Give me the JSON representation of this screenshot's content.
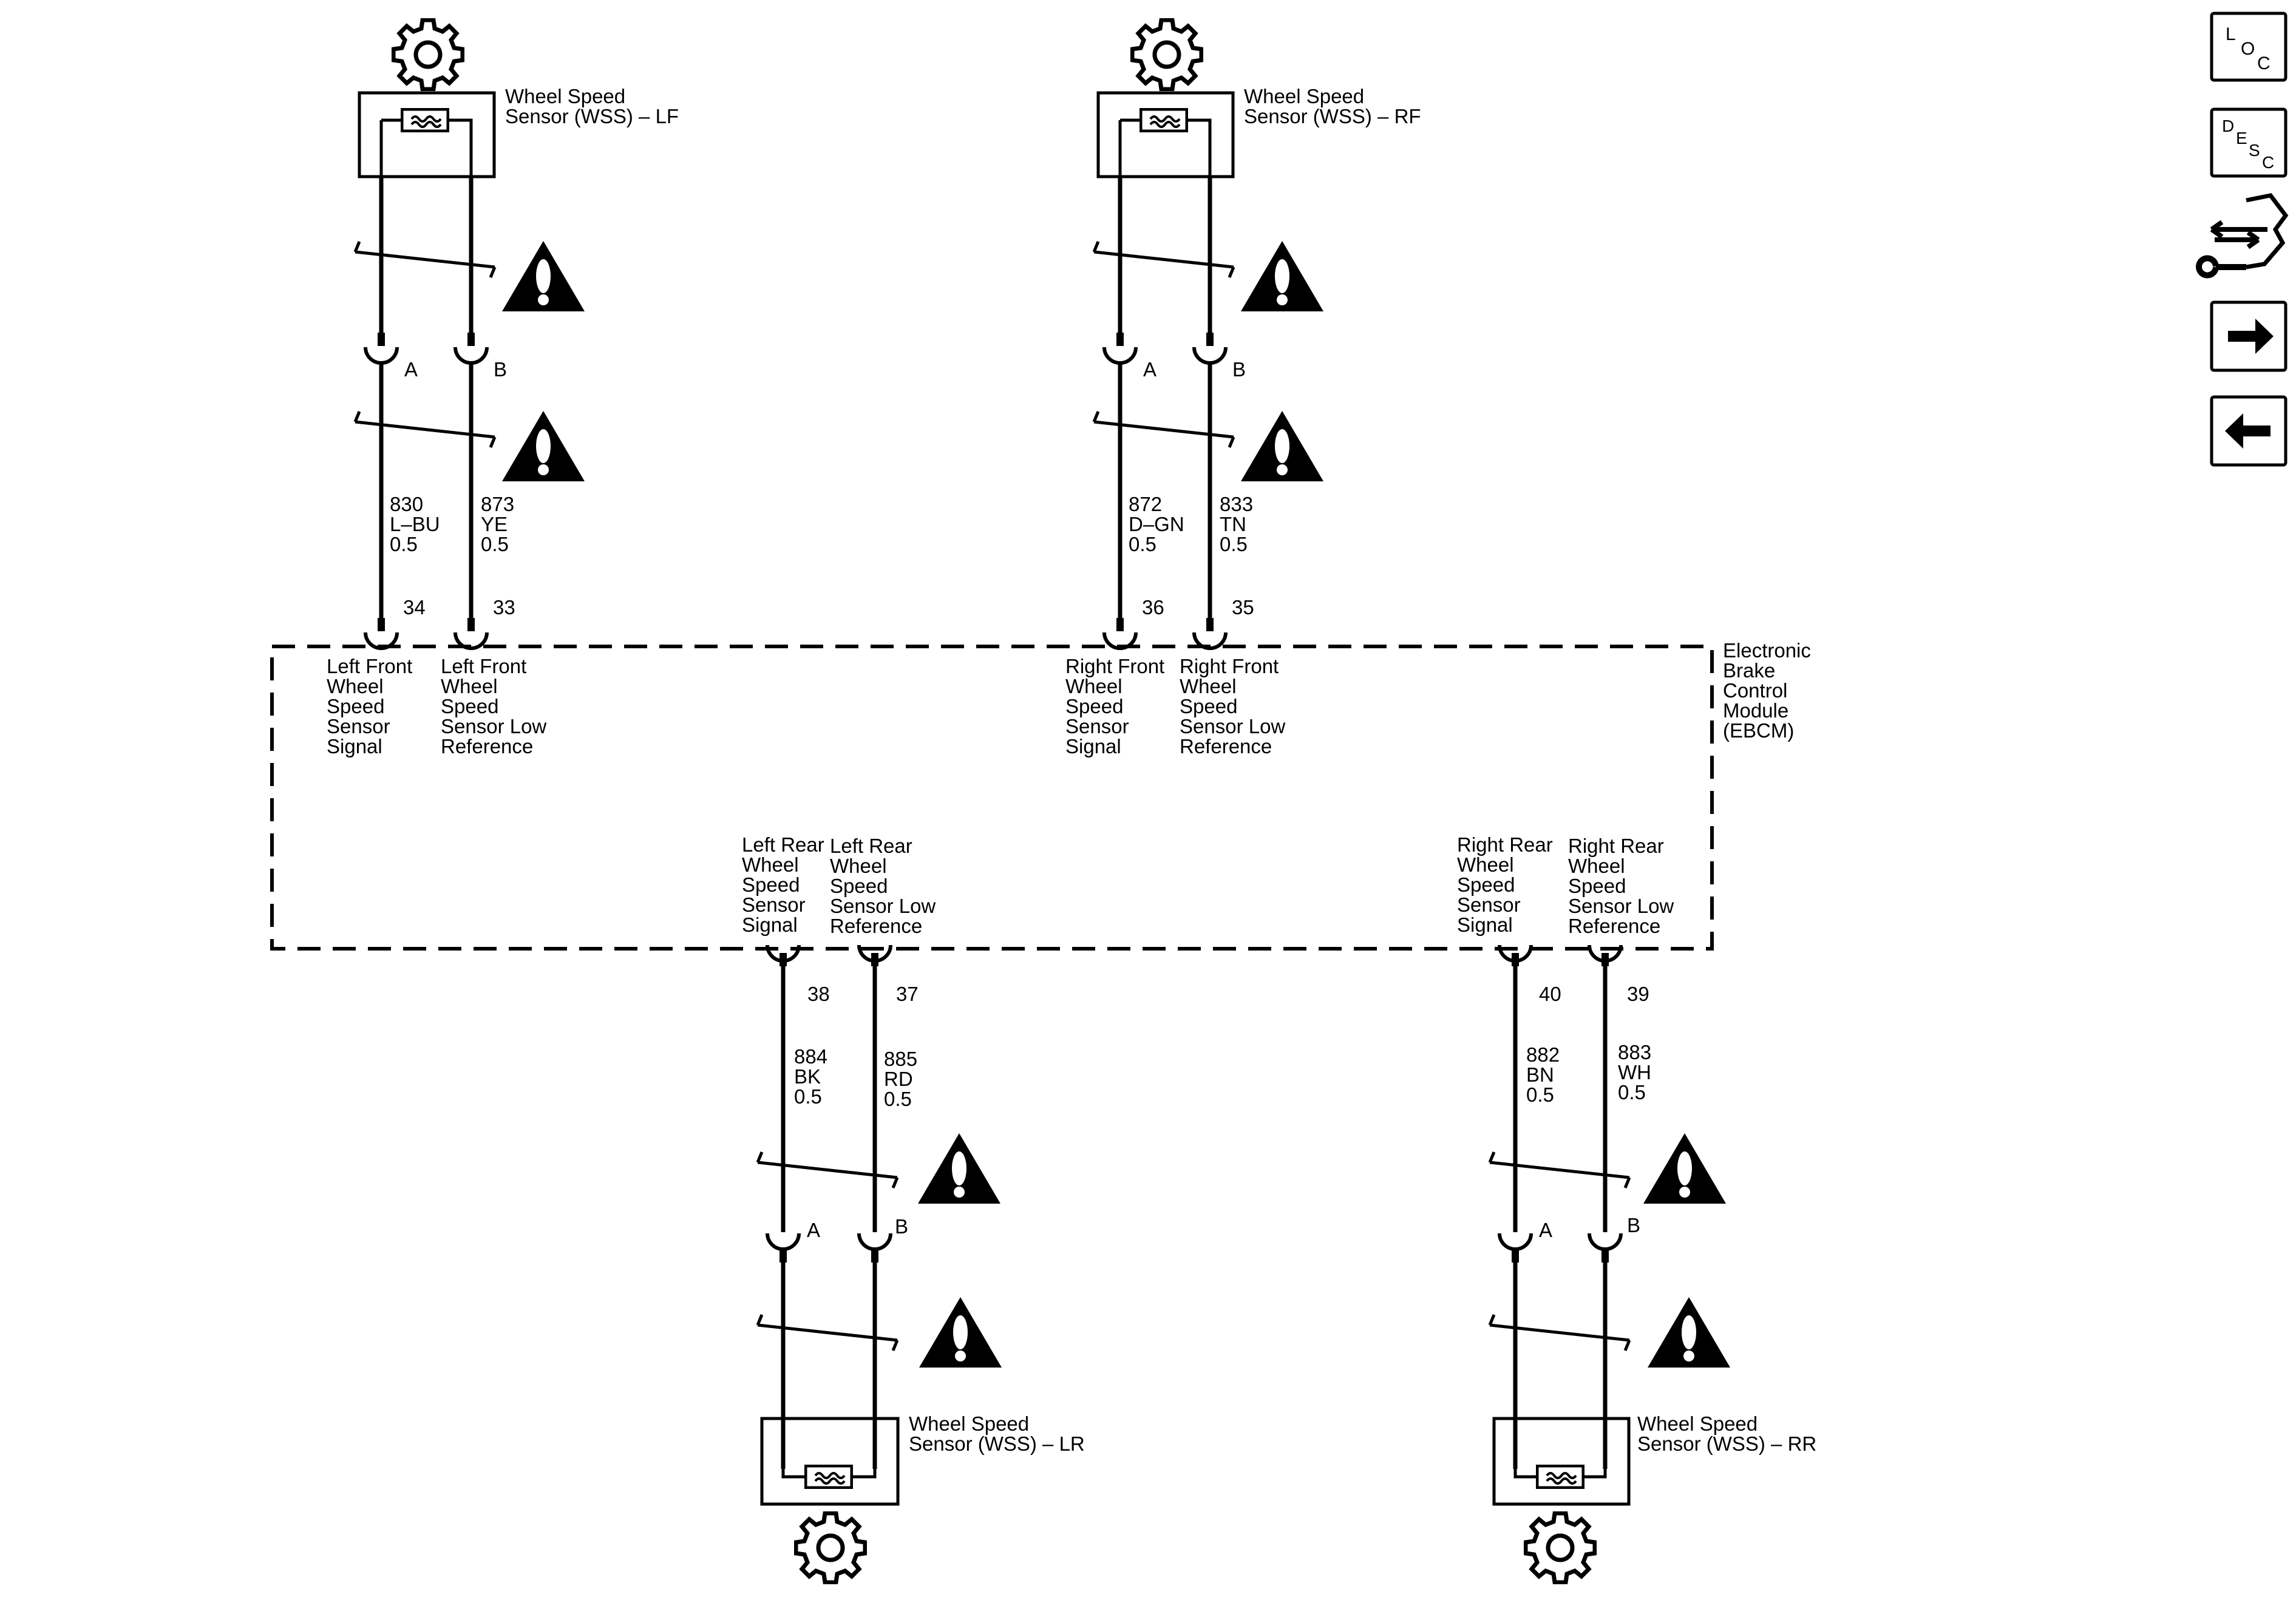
{
  "sensors": {
    "lf": {
      "title_line1": "Wheel Speed",
      "title_line2": "Sensor (WSS) – LF"
    },
    "rf": {
      "title_line1": "Wheel Speed",
      "title_line2": "Sensor (WSS) – RF"
    },
    "lr": {
      "title_line1": "Wheel Speed",
      "title_line2": "Sensor (WSS) – LR"
    },
    "rr": {
      "title_line1": "Wheel Speed",
      "title_line2": "Sensor (WSS) – RR"
    }
  },
  "module": {
    "lines": [
      "Electronic",
      "Brake",
      "Control",
      "Module",
      "(EBCM)"
    ]
  },
  "connector_pins": {
    "a": "A",
    "b": "B"
  },
  "wires": {
    "lf_signal": {
      "circuit": "830",
      "color": "L–BU",
      "gauge": "0.5",
      "pin": "34",
      "function": [
        "Left Front",
        "Wheel",
        "Speed",
        "Sensor",
        "Signal"
      ]
    },
    "lf_low": {
      "circuit": "873",
      "color": "YE",
      "gauge": "0.5",
      "pin": "33",
      "function": [
        "Left Front",
        "Wheel",
        "Speed",
        "Sensor Low",
        "Reference"
      ]
    },
    "rf_signal": {
      "circuit": "872",
      "color": "D–GN",
      "gauge": "0.5",
      "pin": "36",
      "function": [
        "Right Front",
        "Wheel",
        "Speed",
        "Sensor",
        "Signal"
      ]
    },
    "rf_low": {
      "circuit": "833",
      "color": "TN",
      "gauge": "0.5",
      "pin": "35",
      "function": [
        "Right Front",
        "Wheel",
        "Speed",
        "Sensor Low",
        "Reference"
      ]
    },
    "lr_signal": {
      "circuit": "884",
      "color": "BK",
      "gauge": "0.5",
      "pin": "38",
      "function": [
        "Left Rear",
        "Wheel",
        "Speed",
        "Sensor",
        "Signal"
      ]
    },
    "lr_low": {
      "circuit": "885",
      "color": "RD",
      "gauge": "0.5",
      "pin": "37",
      "function": [
        "Left Rear",
        "Wheel",
        "Speed",
        "Sensor Low",
        "Reference"
      ]
    },
    "rr_signal": {
      "circuit": "882",
      "color": "BN",
      "gauge": "0.5",
      "pin": "40",
      "function": [
        "Right Rear",
        "Wheel",
        "Speed",
        "Sensor",
        "Signal"
      ]
    },
    "rr_low": {
      "circuit": "883",
      "color": "WH",
      "gauge": "0.5",
      "pin": "39",
      "function": [
        "Right Rear",
        "Wheel",
        "Speed",
        "Sensor Low",
        "Reference"
      ]
    }
  },
  "toolbar": {
    "loc": {
      "letters": [
        "L",
        "O",
        "C"
      ]
    },
    "desc": {
      "letters": [
        "D",
        "E",
        "S",
        "C"
      ]
    },
    "connector_icon": "connector-icon",
    "next_icon": "arrow-right-icon",
    "prev_icon": "arrow-left-icon"
  }
}
